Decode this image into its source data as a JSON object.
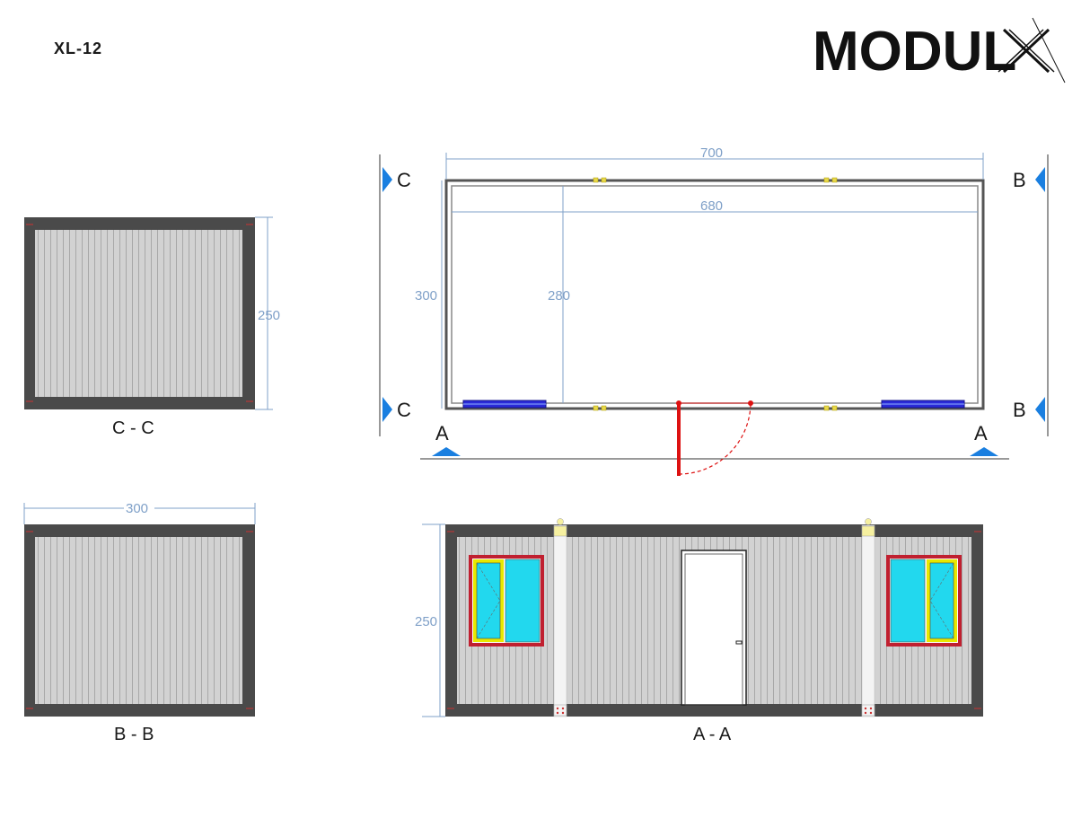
{
  "header": {
    "model_code": "XL-12",
    "brand_name": "MODUL",
    "brand_mark": "X"
  },
  "plan": {
    "outer_length": "700",
    "inner_length": "680",
    "outer_width": "300",
    "inner_width": "280",
    "marker_c_top": "C",
    "marker_c_bottom": "C",
    "marker_b_top": "B",
    "marker_b_bottom": "B",
    "marker_a_left": "A",
    "marker_a_right": "A"
  },
  "section_cc": {
    "height_dim": "250",
    "caption": "C - C"
  },
  "section_bb": {
    "width_dim": "300",
    "caption": "B - B"
  },
  "section_aa": {
    "height_dim": "250",
    "caption": "A - A"
  },
  "colors": {
    "frame": "#4a4a4a",
    "panel": "#d2d2d2",
    "dimension": "#7fa0c8",
    "door": "#dd1111",
    "glass": "#22d8ee",
    "marker": "#1a7fe0"
  }
}
